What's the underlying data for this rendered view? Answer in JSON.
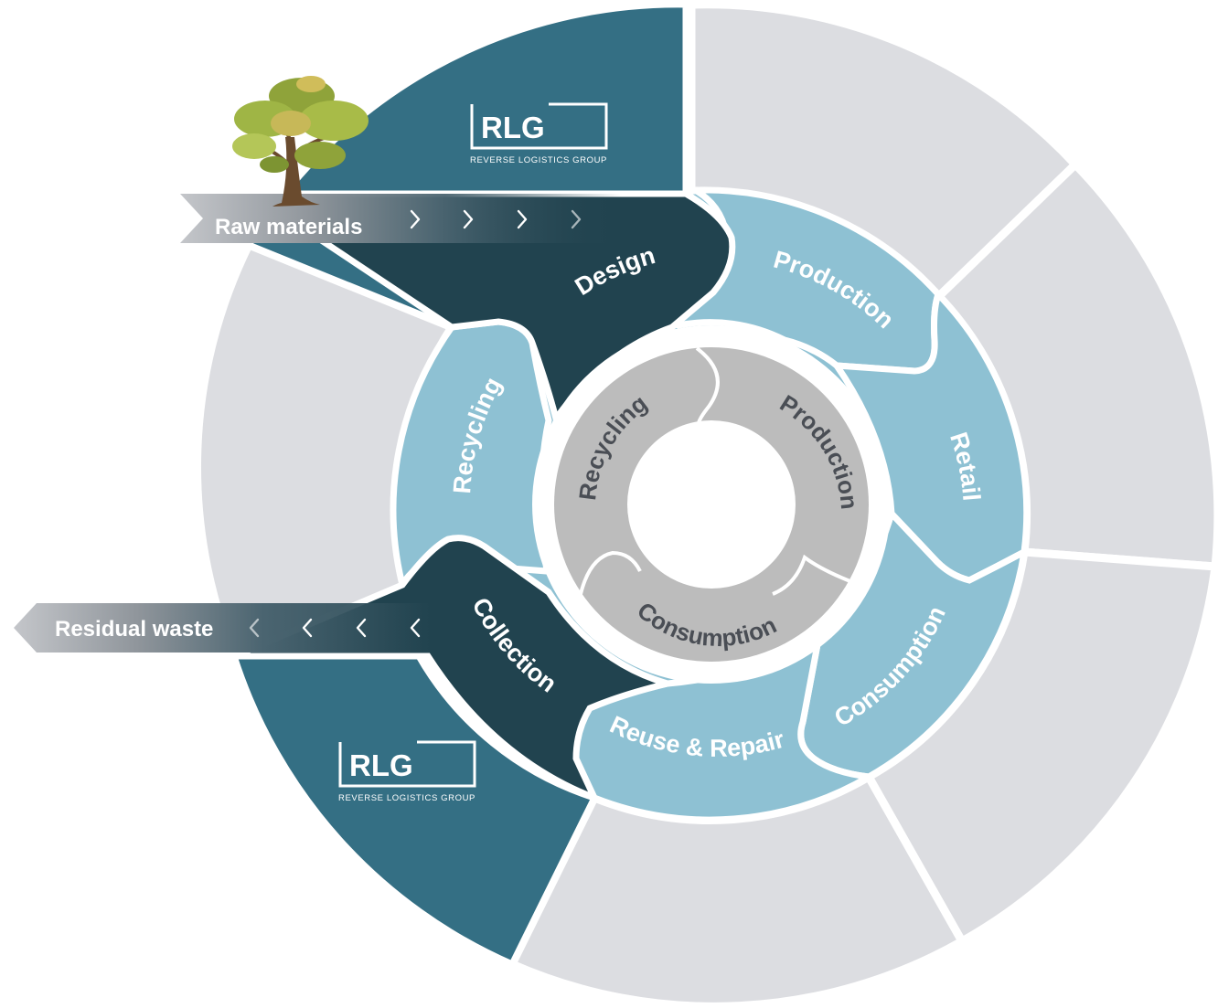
{
  "inflow": {
    "label": "Raw materials"
  },
  "outflow": {
    "label": "Residual waste"
  },
  "logo": {
    "mark": "RLG",
    "tagline": "REVERSE LOGISTICS GROUP"
  },
  "stages": {
    "design": "Design",
    "production": "Production",
    "retail": "Retail",
    "consumption": "Consumption",
    "reuse_repair": "Reuse & Repair",
    "collection": "Collection",
    "recycling": "Recycling"
  },
  "core_cycle": {
    "recycling": "Recycling",
    "production": "Production",
    "consumption": "Consumption"
  },
  "icons": {
    "tree": "tree-icon",
    "chevron_right": "chevron-right-icon",
    "chevron_left": "chevron-left-icon"
  },
  "colors": {
    "outer_ring": "#dcdde1",
    "rlg_sector": "#346f84",
    "stage_light": "#8ec1d3",
    "stage_dark": "#21434f",
    "core_arrows": "#bcbcbc",
    "core_text": "#4a4e55"
  }
}
